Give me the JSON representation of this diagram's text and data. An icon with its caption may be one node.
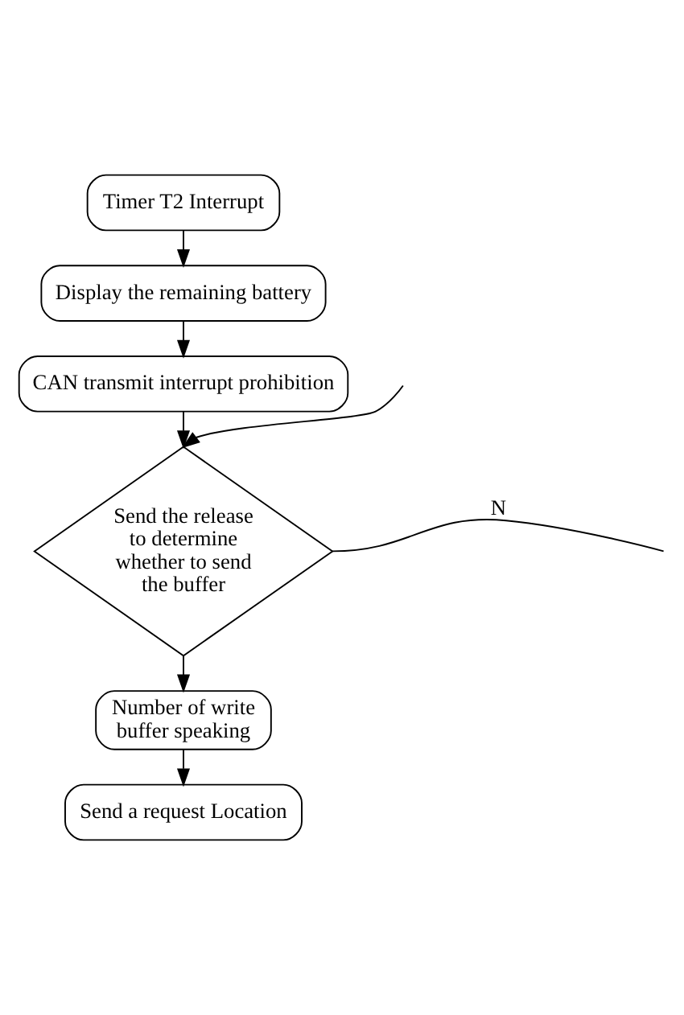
{
  "diagram": {
    "nodes": [
      {
        "text": [
          "Timer T2 Interrupt"
        ]
      },
      {
        "text": [
          "Display the remaining battery"
        ]
      },
      {
        "text": [
          "CAN transmit interrupt prohibition"
        ]
      },
      {
        "text": [
          "Send the release to determine whether to send the buffer"
        ]
      },
      {
        "text": [
          "Number of write buffer speaking"
        ]
      },
      {
        "text": [
          "Send a request Location"
        ]
      }
    ],
    "edges": [
      {
        "from": 0,
        "to": 1,
        "arrow": "to"
      },
      {
        "from": 1,
        "to": 2,
        "arrow": "to"
      },
      {
        "from": 2,
        "to": 3,
        "arrow": "to"
      },
      {
        "from": 3,
        "to": null,
        "arrow": "none",
        "label": "N"
      },
      {
        "from": null,
        "to": 3,
        "arrow": "to"
      },
      {
        "from": 3,
        "to": 4,
        "arrow": "to"
      },
      {
        "from": 4,
        "to": 5,
        "arrow": "to"
      }
    ]
  }
}
